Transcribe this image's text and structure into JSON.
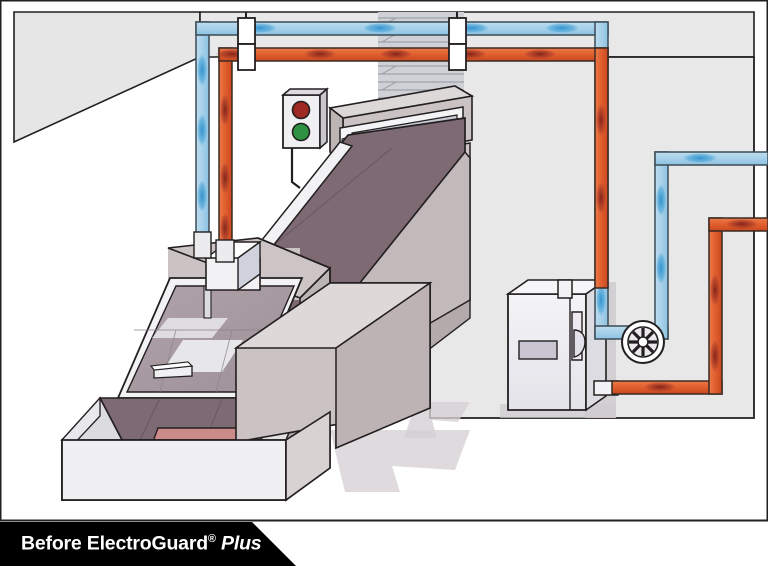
{
  "illustration": {
    "title": "Industrial machine cooling layout – before ElectroGuard Plus",
    "caption": {
      "prefix": "Before ElectroGuard",
      "registered_mark": "®",
      "suffix": "Plus",
      "banner_color": "#000000",
      "text_color": "#ffffff"
    },
    "scene": {
      "frame_border_color": "#231f20",
      "background_color": "#ffffff",
      "wall_color": "#e6e6e6",
      "wall_shade_color": "#dedede",
      "floor_color": "#ffffff",
      "shadow_color": "#d6d2d6"
    },
    "elements": {
      "stack_light": {
        "name": "Status stack light",
        "lamp_red": "#9e2a23",
        "lamp_green": "#2f9242",
        "body_color": "#f0f0f2"
      },
      "conveyor": {
        "name": "Inclined conveyor belt",
        "belt_color": "#7d6a72",
        "frame_color": "#c9c0c1"
      },
      "machine": {
        "name": "Enclosed processing machine",
        "body_color": "#cbc3c3",
        "base_color": "#f0f0f2",
        "hood_glass_color": "#a79aa0",
        "workpiece_color": "#cc8b88"
      },
      "chiller": {
        "name": "Chiller cabinet",
        "body_color": "#ececf0",
        "panel_color": "#c9c6d2"
      },
      "valve_wheel": {
        "name": "Hand valve wheel",
        "color": "#ffffff"
      },
      "blinds": {
        "name": "Window blinds",
        "slat_color": "#c4c6cb"
      }
    },
    "piping": {
      "cold_supply": {
        "label": "Cold supply line",
        "color": "#a8cfe8",
        "accent_color": "#3f9fd4",
        "outline": "#3a4a55"
      },
      "warm_return": {
        "label": "Warm return line",
        "color": "#e2602f",
        "accent_color": "#8c2b20",
        "outline": "#3a2a24"
      },
      "hangers": {
        "label": "Pipe hangers / clamps",
        "color": "#ffffff",
        "outline": "#231f20",
        "count": 6
      }
    }
  }
}
